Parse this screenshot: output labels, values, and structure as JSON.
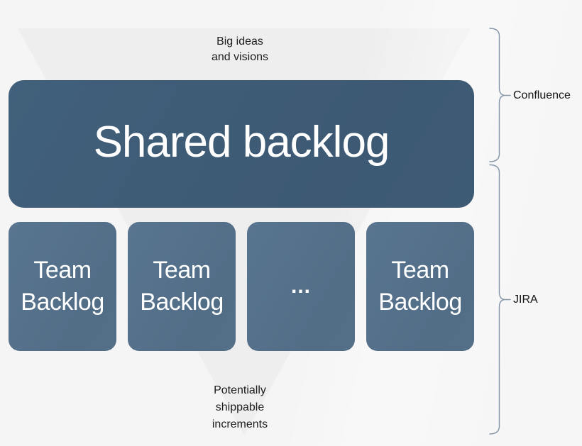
{
  "funnel": {
    "top_label": {
      "line1": "Big ideas",
      "line2": "and visions"
    },
    "bottom_label": {
      "line1": "Potentially",
      "line2": "shippable",
      "line3": "increments"
    }
  },
  "shared_backlog": {
    "label": "Shared backlog"
  },
  "team_row": {
    "boxes": [
      {
        "line1": "Team",
        "line2": "Backlog"
      },
      {
        "line1": "Team",
        "line2": "Backlog"
      },
      {
        "ellipsis": "..."
      },
      {
        "line1": "Team",
        "line2": "Backlog"
      }
    ]
  },
  "annotations": {
    "confluence_label": "Confluence",
    "jira_label": "JIRA"
  },
  "colors": {
    "background": "#f5f5f6",
    "funnel": "#eeeeef",
    "shared_box": "#3e5b75",
    "team_box": "#546f88",
    "bracket_line": "#8496a8",
    "note_text": "#1c1c1c",
    "box_text": "#ffffff"
  }
}
